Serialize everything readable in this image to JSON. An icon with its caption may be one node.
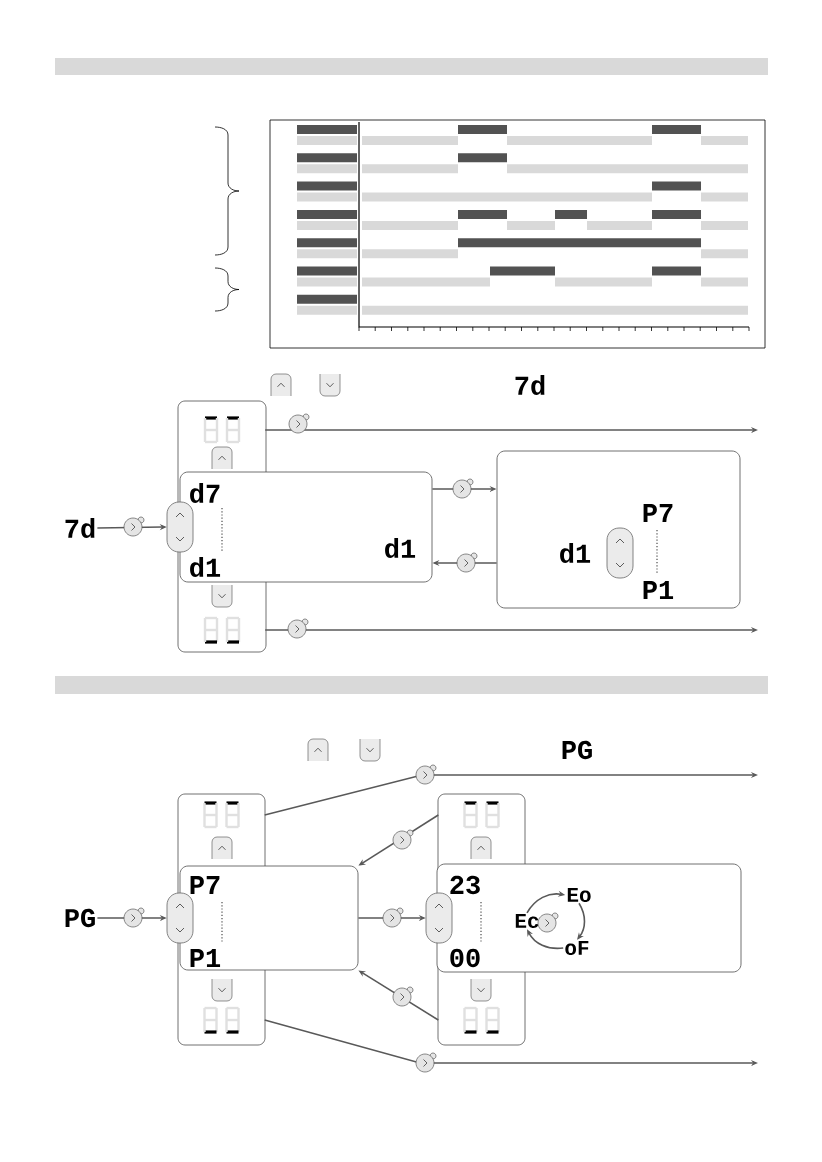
{
  "diagram": {
    "nodes": [
      {
        "text": [
          "7d"
        ]
      },
      {
        "text": [],
        "shape": "button"
      },
      {
        "text": [],
        "shape": "display"
      },
      {
        "text": [],
        "shape": "display"
      },
      {
        "text": [
          "d7",
          "d1",
          "d1"
        ]
      },
      {
        "text": [
          "d1",
          "P7",
          "P1"
        ]
      },
      {
        "text": [
          "PG"
        ]
      },
      {
        "text": [],
        "shape": "button"
      },
      {
        "text": [],
        "shape": "display"
      },
      {
        "text": [],
        "shape": "display"
      },
      {
        "text": [
          "P7",
          "P1"
        ]
      },
      {
        "text": [],
        "shape": "button"
      },
      {
        "text": [],
        "shape": "display"
      },
      {
        "text": [],
        "shape": "display"
      },
      {
        "text": [
          "23",
          "00"
        ]
      },
      {
        "text": [
          "Ec"
        ],
        "in": 14
      },
      {
        "text": [
          "Eo"
        ],
        "in": 14
      },
      {
        "text": [
          "oF"
        ],
        "in": 14
      }
    ],
    "edges": [
      {
        "from": 0,
        "to": 1,
        "arrow": "to"
      },
      {
        "from": 2,
        "to": null,
        "arrow": "to"
      },
      {
        "from": 4,
        "to": 5,
        "arrow": "to"
      },
      {
        "from": 5,
        "to": 4,
        "arrow": "to"
      },
      {
        "from": 3,
        "to": null,
        "arrow": "to"
      },
      {
        "from": 6,
        "to": 7,
        "arrow": "to"
      },
      {
        "from": 8,
        "to": null,
        "arrow": "to"
      },
      {
        "from": 9,
        "to": null,
        "arrow": "to"
      },
      {
        "from": 10,
        "to": 11,
        "arrow": "to"
      },
      {
        "from": 12,
        "to": 10,
        "arrow": "to"
      },
      {
        "from": 13,
        "to": 10,
        "arrow": "to"
      },
      {
        "from": 15,
        "to": 16,
        "arrow": "to"
      },
      {
        "from": 16,
        "to": 17,
        "arrow": "to"
      },
      {
        "from": 17,
        "to": 15,
        "arrow": "to"
      }
    ],
    "labels": [
      "7d",
      "PG"
    ]
  }
}
